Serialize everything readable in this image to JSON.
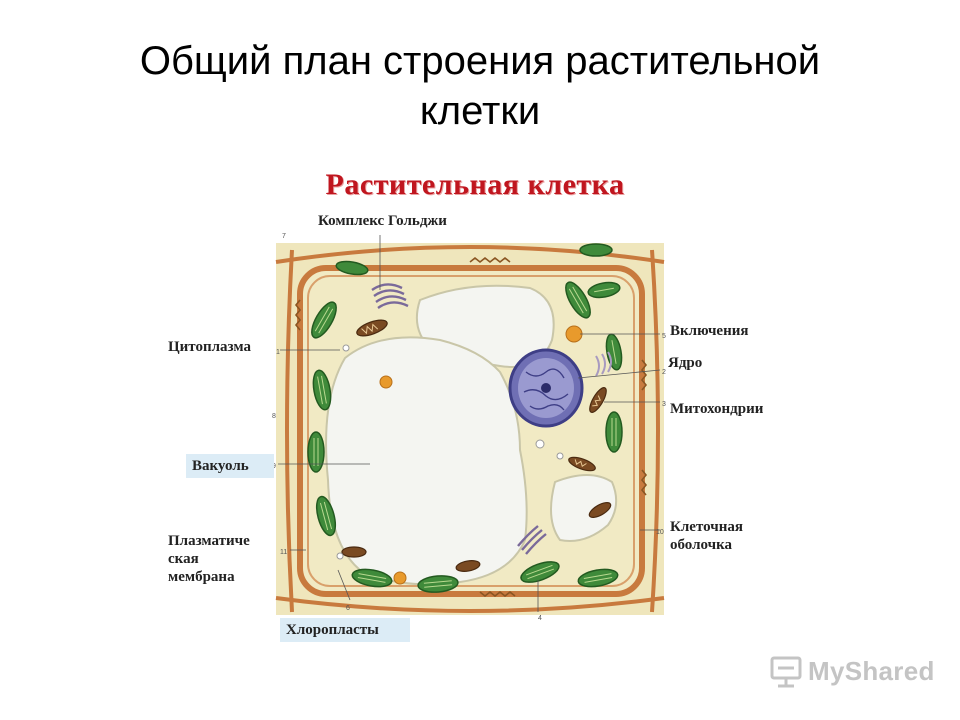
{
  "slide": {
    "title_line1": "Общий план строения растительной",
    "title_line2": "клетки"
  },
  "figure": {
    "title": "Растительная клетка",
    "labels": {
      "golgi": "Комплекс Гольджи",
      "inclusions": "Включения",
      "cytoplasm": "Цитоплазма",
      "nucleus": "Ядро",
      "mitochondria": "Митохондрии",
      "vacuole": "Вакуоль",
      "cell_wall_line1": "Клеточная",
      "cell_wall_line2": "оболочка",
      "plasma_membrane_line1": "Плазматиче",
      "plasma_membrane_line2": "ская",
      "plasma_membrane_line3": "мембрана",
      "chloroplasts": "Хлоропласты"
    },
    "callout_numbers": [
      "1",
      "2",
      "3",
      "4",
      "5",
      "6",
      "7",
      "8",
      "9",
      "10",
      "11"
    ],
    "colors": {
      "title": "#c0161f",
      "cell_wall": "#c87a3e",
      "cytoplasm": "#f1eac4",
      "vacuole": "#f4f5f1",
      "nucleus": "#6f6fb4",
      "chloroplast": "#3f8a3a",
      "mitochondrion": "#7a4a22",
      "label_box": "#dcecf6"
    }
  },
  "watermark": {
    "icon": "presentation-board-icon",
    "text": "MyShared"
  }
}
